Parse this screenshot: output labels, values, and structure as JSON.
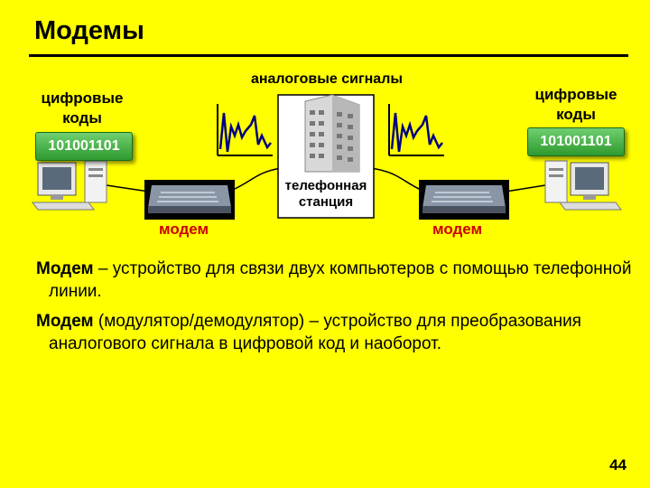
{
  "slide": {
    "title": "Модемы",
    "page_number": "44"
  },
  "diagram": {
    "analog_label": "аналоговые сигналы",
    "digital_left": "цифровые коды",
    "digital_right": "цифровые коды",
    "code_left": "101001101",
    "code_right": "101001101",
    "station_line1": "телефонная",
    "station_line2": "станция",
    "modem_left": "модем",
    "modem_right": "модем"
  },
  "text": {
    "p1_term": "Модем",
    "p1_rest": " – устройство для связи двух компьютеров с помощью телефонной линии.",
    "p2_term": "Модем",
    "p2_rest": " (модулятор/демодулятор) – устройство для преобразования аналогового сигнала в цифровой код и наоборот."
  },
  "colors": {
    "background": "#FFFF00",
    "modem_label": "#CC0000",
    "code_box": "#2E9A2E",
    "signal": "#000080"
  }
}
